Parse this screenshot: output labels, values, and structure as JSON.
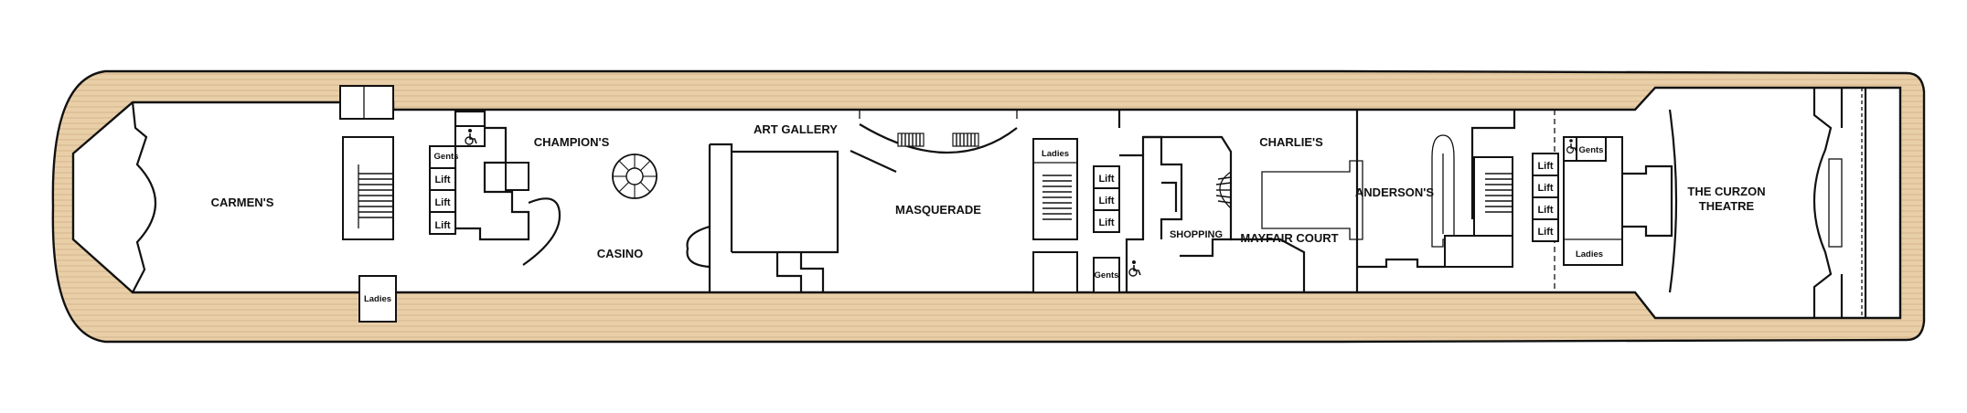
{
  "colors": {
    "deck_wood": "#e9cfa8",
    "deck_stripe": "#d7b78d",
    "outline": "#111111",
    "interior": "#ffffff"
  },
  "labels": {
    "carmens": "CARMEN'S",
    "champions": "CHAMPION'S",
    "casino": "CASINO",
    "art_gallery": "ART GALLERY",
    "masquerade": "MASQUERADE",
    "charlies": "CHARLIE'S",
    "shopping": "SHOPPING",
    "mayfair_court": "MAYFAIR COURT",
    "andersons": "ANDERSON'S",
    "curzon_line1": "THE CURZON",
    "curzon_line2": "THEATRE",
    "ladies": "Ladies",
    "gents": "Gents",
    "lift": "Lift"
  },
  "icons": {
    "accessible": "wheelchair-icon",
    "stairs": "stairs-icon",
    "spiral_stair": "spiral-staircase-icon"
  }
}
